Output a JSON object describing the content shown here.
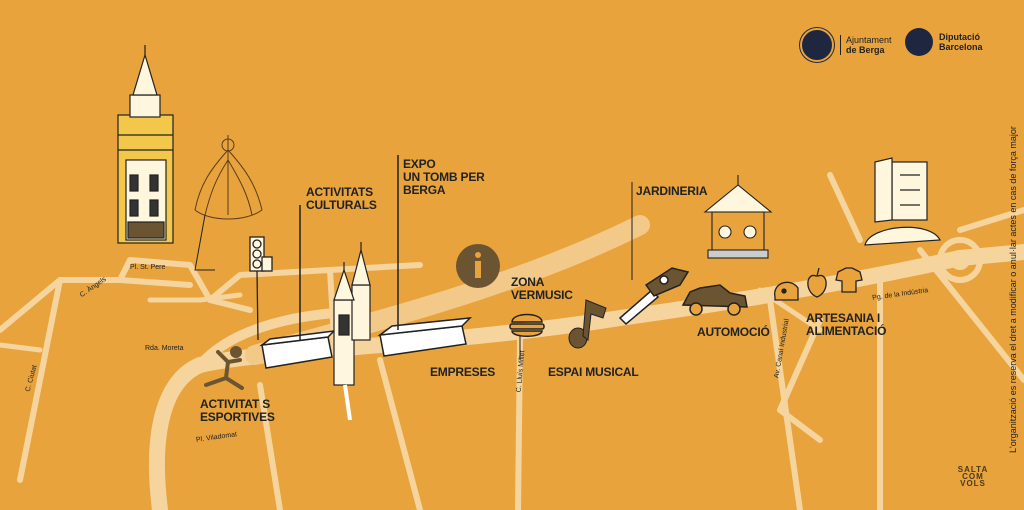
{
  "map": {
    "background_color": "#e8a33d",
    "road_color": "#f6d49d",
    "ink_color": "#222222",
    "accent_brown": "#6b5431"
  },
  "labels": {
    "activitats_culturals": [
      "ACTIVITATS",
      "CULTURALS"
    ],
    "expo": [
      "EXPO",
      "UN TOMB PER",
      "BERGA"
    ],
    "jardineria": [
      "JARDINERIA"
    ],
    "zona_vermusic": [
      "ZONA",
      "VERMUSIC"
    ],
    "empreses": [
      "EMPRESES"
    ],
    "espai_musical": [
      "ESPAI MUSICAL"
    ],
    "automocio": [
      "AUTOMOCIÓ"
    ],
    "artesania": [
      "ARTESANIA I",
      "ALIMENTACIÓ"
    ],
    "activitats_esportives": [
      "ACTIVITAT S",
      "ESPORTIVES"
    ]
  },
  "streets": {
    "pl_st_pere": "Pl. St. Pere",
    "c_angels": "C. Àngels",
    "c_ciutat": "C. Ciutat",
    "rda_moreta": "Rda. Moreta",
    "pl_viladomat": "Pl. Viladomat",
    "c_lluis_millet": "C. Lluís Millet",
    "av_canal_industrial": "Av. Canal Industrial",
    "pg_industria": "Pg. de la Indústria"
  },
  "logos": {
    "ajuntament_line1": "Ajuntament",
    "ajuntament_line2": "de Berga",
    "diputacio_line1": "Diputació",
    "diputacio_line2": "Barcelona"
  },
  "disclaimer": "L'organització es reserva el dret a modificar o anul·lar actes en cas de força major",
  "stamp": "SALTA COM VOLS"
}
